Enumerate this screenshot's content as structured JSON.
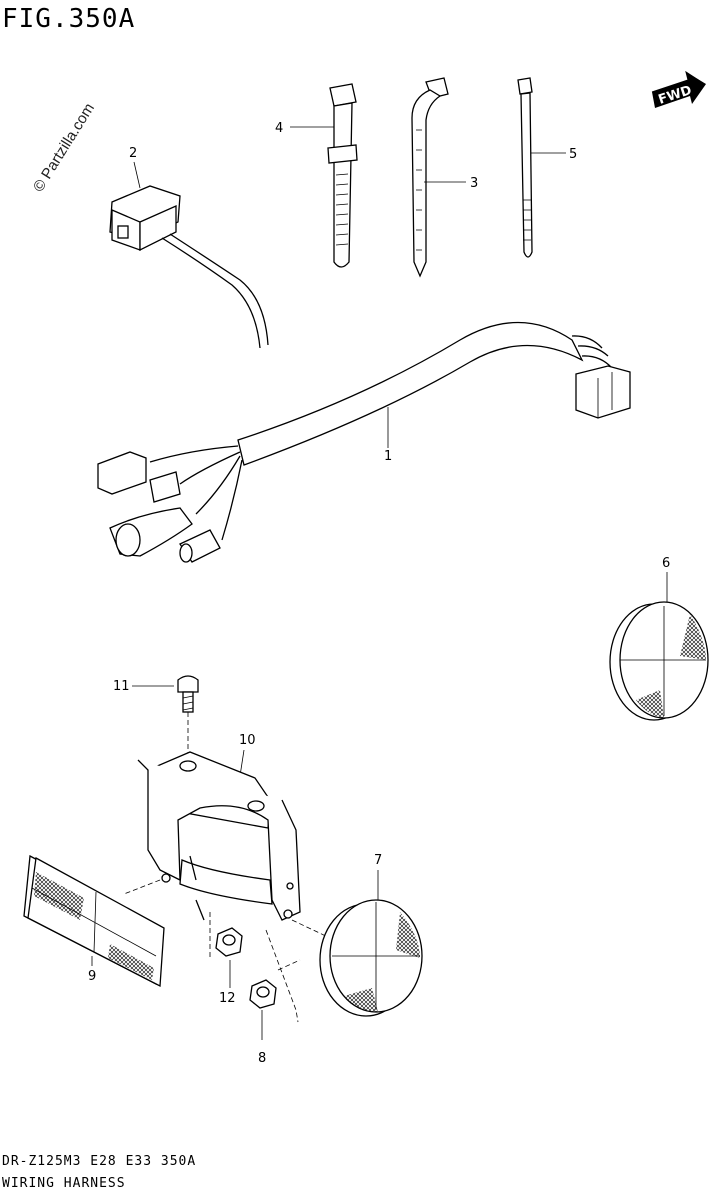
{
  "figure": {
    "title": "FIG.350A"
  },
  "watermark": "© Partzilla.com",
  "fwd_label": "FWD",
  "callouts": [
    {
      "number": "1",
      "part": "wiring-harness"
    },
    {
      "number": "2",
      "part": "switch"
    },
    {
      "number": "3",
      "part": "clamp"
    },
    {
      "number": "4",
      "part": "band-clamp"
    },
    {
      "number": "5",
      "part": "cable-tie"
    },
    {
      "number": "6",
      "part": "round-reflector-upper"
    },
    {
      "number": "7",
      "part": "round-reflector-lower"
    },
    {
      "number": "8",
      "part": "nut"
    },
    {
      "number": "9",
      "part": "rectangular-reflector"
    },
    {
      "number": "10",
      "part": "reflector-bracket"
    },
    {
      "number": "11",
      "part": "screw"
    },
    {
      "number": "12",
      "part": "nut"
    }
  ],
  "footer": {
    "model_line": "DR-Z125M3 E28 E33 350A",
    "section_name": "WIRING HARNESS"
  }
}
